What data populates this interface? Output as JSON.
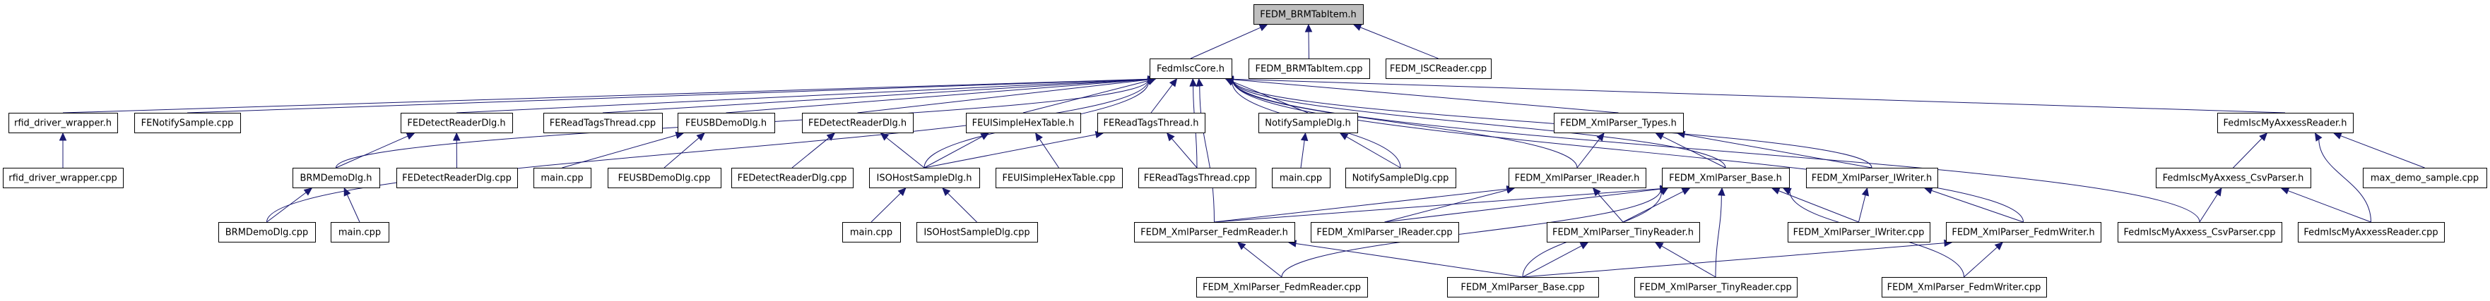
{
  "title": "FEDM_BRMTabItem.h include dependency graph",
  "colors": {
    "edge": "#191970",
    "root_fill": "#bfbfbf",
    "node_fill": "#ffffff",
    "node_border": "#000000"
  },
  "nodes": [
    {
      "id": "n0",
      "label": "FEDM_BRMTabItem.h",
      "root": true
    },
    {
      "id": "n1",
      "label": "FedmIscCore.h"
    },
    {
      "id": "n2",
      "label": "FEDM_BRMTabItem.cpp"
    },
    {
      "id": "n3",
      "label": "FEDM_ISCReader.cpp"
    },
    {
      "id": "n4",
      "label": "rfid_driver_wrapper.h"
    },
    {
      "id": "n5",
      "label": "FENotifySample.cpp"
    },
    {
      "id": "n6",
      "label": "FEDetectReaderDlg.h"
    },
    {
      "id": "n7",
      "label": "FEReadTagsThread.cpp"
    },
    {
      "id": "n8",
      "label": "FEUSBDemoDlg.h"
    },
    {
      "id": "n9",
      "label": "FEDetectReaderDlg.h"
    },
    {
      "id": "n10",
      "label": "FEUISimpleHexTable.h"
    },
    {
      "id": "n11",
      "label": "FEReadTagsThread.h"
    },
    {
      "id": "n12",
      "label": "NotifySampleDlg.h"
    },
    {
      "id": "n13",
      "label": "FEDM_XmlParser_Types.h"
    },
    {
      "id": "n14",
      "label": "FedmIscMyAxxessReader.h"
    },
    {
      "id": "n15",
      "label": "rfid_driver_wrapper.cpp"
    },
    {
      "id": "n16",
      "label": "BRMDemoDlg.h"
    },
    {
      "id": "n17",
      "label": "FEDetectReaderDlg.cpp"
    },
    {
      "id": "n18",
      "label": "main.cpp"
    },
    {
      "id": "n19",
      "label": "FEUSBDemoDlg.cpp"
    },
    {
      "id": "n20",
      "label": "FEDetectReaderDlg.cpp"
    },
    {
      "id": "n21",
      "label": "ISOHostSampleDlg.h"
    },
    {
      "id": "n22",
      "label": "FEUISimpleHexTable.cpp"
    },
    {
      "id": "n23",
      "label": "FEReadTagsThread.cpp"
    },
    {
      "id": "n24",
      "label": "main.cpp"
    },
    {
      "id": "n25",
      "label": "NotifySampleDlg.cpp"
    },
    {
      "id": "n26",
      "label": "FEDM_XmlParser_IReader.h"
    },
    {
      "id": "n27",
      "label": "FEDM_XmlParser_Base.h"
    },
    {
      "id": "n28",
      "label": "FEDM_XmlParser_IWriter.h"
    },
    {
      "id": "n29",
      "label": "FedmIscMyAxxess_CsvParser.h"
    },
    {
      "id": "n30",
      "label": "max_demo_sample.cpp"
    },
    {
      "id": "n31",
      "label": "BRMDemoDlg.cpp"
    },
    {
      "id": "n32",
      "label": "main.cpp"
    },
    {
      "id": "n33",
      "label": "main.cpp"
    },
    {
      "id": "n34",
      "label": "ISOHostSampleDlg.cpp"
    },
    {
      "id": "n35",
      "label": "FEDM_XmlParser_FedmReader.h"
    },
    {
      "id": "n36",
      "label": "FEDM_XmlParser_IReader.cpp"
    },
    {
      "id": "n37",
      "label": "FEDM_XmlParser_TinyReader.h"
    },
    {
      "id": "n38",
      "label": "FEDM_XmlParser_IWriter.cpp"
    },
    {
      "id": "n39",
      "label": "FEDM_XmlParser_FedmWriter.h"
    },
    {
      "id": "n40",
      "label": "FedmIscMyAxxess_CsvParser.cpp"
    },
    {
      "id": "n41",
      "label": "FedmIscMyAxxessReader.cpp"
    },
    {
      "id": "n42",
      "label": "FEDM_XmlParser_FedmReader.cpp"
    },
    {
      "id": "n43",
      "label": "FEDM_XmlParser_Base.cpp"
    },
    {
      "id": "n44",
      "label": "FEDM_XmlParser_TinyReader.cpp"
    },
    {
      "id": "n45",
      "label": "FEDM_XmlParser_FedmWriter.cpp"
    }
  ],
  "edges": [
    [
      "n1",
      "n0"
    ],
    [
      "n2",
      "n0"
    ],
    [
      "n3",
      "n0"
    ],
    [
      "n4",
      "n1"
    ],
    [
      "n5",
      "n1"
    ],
    [
      "n6",
      "n1"
    ],
    [
      "n7",
      "n1"
    ],
    [
      "n8",
      "n1"
    ],
    [
      "n9",
      "n1"
    ],
    [
      "n10",
      "n1"
    ],
    [
      "n11",
      "n1"
    ],
    [
      "n12",
      "n1"
    ],
    [
      "n13",
      "n1"
    ],
    [
      "n14",
      "n1"
    ],
    [
      "n16",
      "n1"
    ],
    [
      "n31",
      "n1"
    ],
    [
      "n21",
      "n1"
    ],
    [
      "n23",
      "n1"
    ],
    [
      "n25",
      "n1"
    ],
    [
      "n35",
      "n1"
    ],
    [
      "n26",
      "n1"
    ],
    [
      "n27",
      "n1"
    ],
    [
      "n28",
      "n1"
    ],
    [
      "n39",
      "n1"
    ],
    [
      "n40",
      "n1"
    ],
    [
      "n15",
      "n4"
    ],
    [
      "n16",
      "n6"
    ],
    [
      "n17",
      "n6"
    ],
    [
      "n18",
      "n8"
    ],
    [
      "n19",
      "n8"
    ],
    [
      "n20",
      "n9"
    ],
    [
      "n21",
      "n9"
    ],
    [
      "n21",
      "n10"
    ],
    [
      "n22",
      "n10"
    ],
    [
      "n21",
      "n11"
    ],
    [
      "n23",
      "n11"
    ],
    [
      "n24",
      "n12"
    ],
    [
      "n25",
      "n12"
    ],
    [
      "n26",
      "n13"
    ],
    [
      "n27",
      "n13"
    ],
    [
      "n28",
      "n13"
    ],
    [
      "n29",
      "n14"
    ],
    [
      "n41",
      "n14"
    ],
    [
      "n30",
      "n14"
    ],
    [
      "n31",
      "n16"
    ],
    [
      "n32",
      "n16"
    ],
    [
      "n33",
      "n21"
    ],
    [
      "n34",
      "n21"
    ],
    [
      "n35",
      "n26"
    ],
    [
      "n36",
      "n26"
    ],
    [
      "n37",
      "n26"
    ],
    [
      "n35",
      "n27"
    ],
    [
      "n36",
      "n27"
    ],
    [
      "n37",
      "n27"
    ],
    [
      "n43",
      "n27"
    ],
    [
      "n44",
      "n27"
    ],
    [
      "n38",
      "n27"
    ],
    [
      "n45",
      "n27"
    ],
    [
      "n42",
      "n27"
    ],
    [
      "n38",
      "n28"
    ],
    [
      "n39",
      "n28"
    ],
    [
      "n40",
      "n29"
    ],
    [
      "n41",
      "n29"
    ],
    [
      "n42",
      "n35"
    ],
    [
      "n43",
      "n35"
    ],
    [
      "n43",
      "n37"
    ],
    [
      "n44",
      "n37"
    ],
    [
      "n45",
      "n39"
    ],
    [
      "n43",
      "n39"
    ]
  ]
}
